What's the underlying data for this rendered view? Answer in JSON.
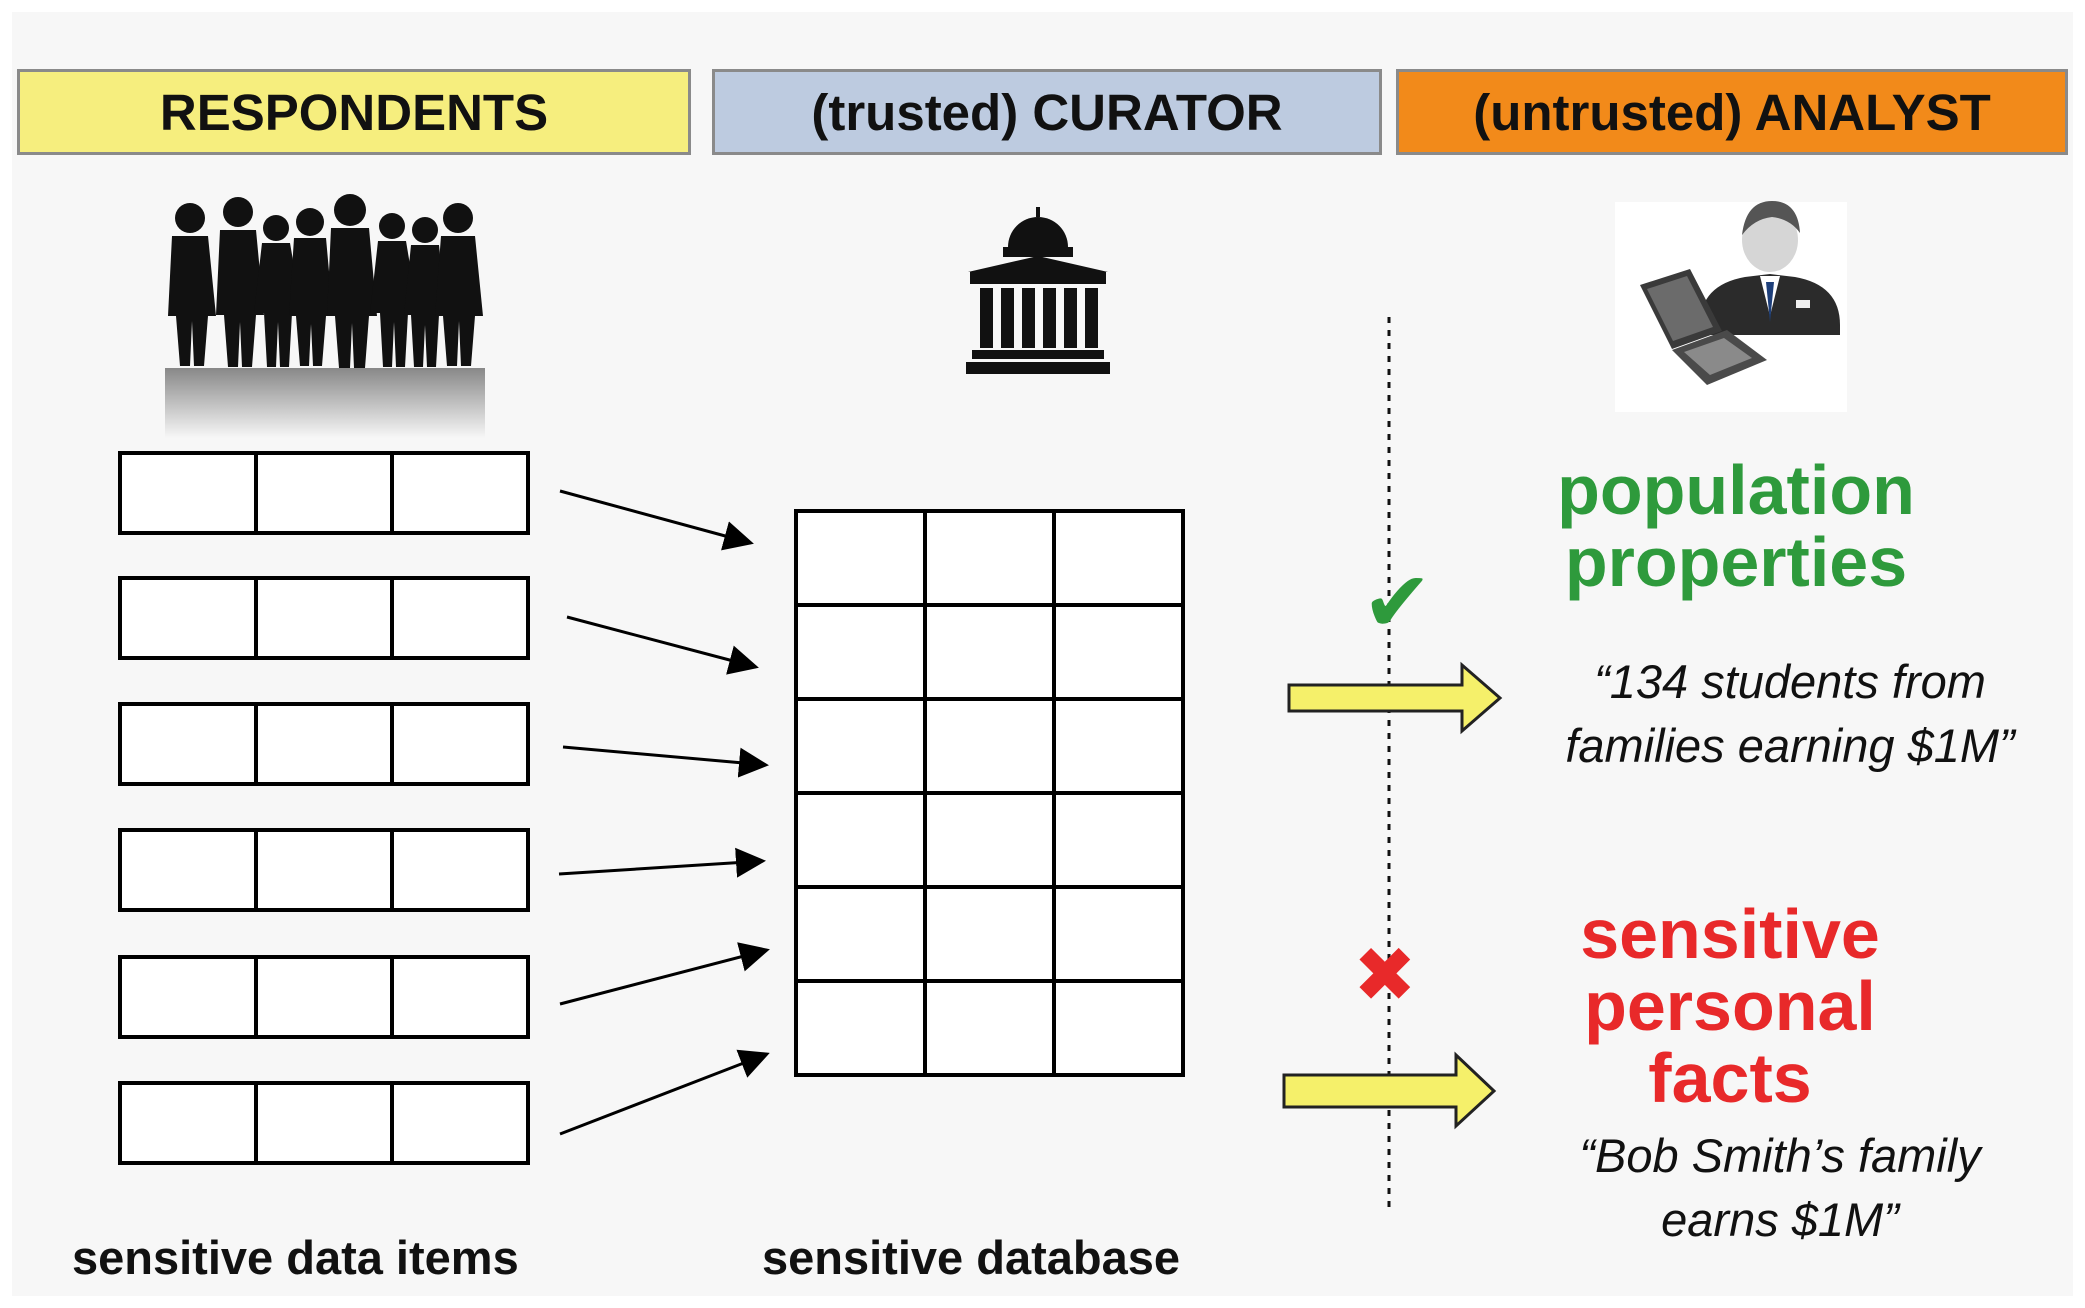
{
  "headers": {
    "respondents": "RESPONDENTS",
    "curator": "(trusted) CURATOR",
    "analyst": "(untrusted) ANALYST"
  },
  "captions": {
    "items": "sensitive data items",
    "database": "sensitive database"
  },
  "allowed": {
    "line1": "population",
    "line2": "properties",
    "example1": "“134 students from",
    "example2": "families earning $1M”",
    "mark": "✔",
    "color": "#2e9a3c"
  },
  "blocked": {
    "line1": "sensitive",
    "line2": "personal",
    "line3": "facts",
    "example1": "“Bob Smith’s family",
    "example2": "earns $1M”",
    "mark": "✖",
    "color": "#e8292a"
  },
  "icons": [
    "crowd-silhouette",
    "government-building",
    "analyst-with-laptop"
  ],
  "colors": {
    "respondents_bg": "#f6ee7e",
    "curator_bg": "#bdcbe0",
    "analyst_bg": "#f28a1a",
    "arrow_fill": "#f5f06a"
  }
}
